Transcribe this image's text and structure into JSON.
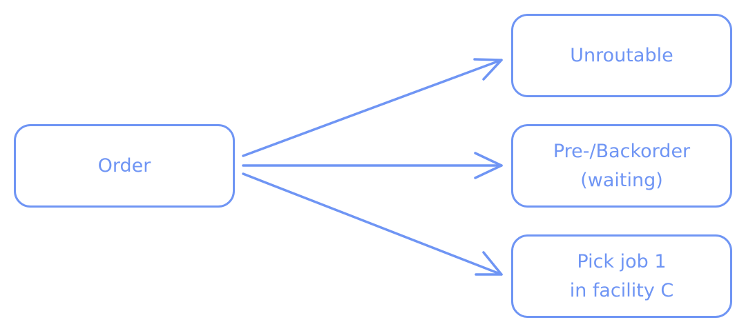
{
  "colors": {
    "stroke": "#6f95f4",
    "text": "#6f95f4",
    "background": "#ffffff"
  },
  "nodes": {
    "order": "Order",
    "unroutable": "Unroutable",
    "preorder": "Pre-/Backorder\n(waiting)",
    "pickjob": "Pick job 1\nin facility C"
  },
  "edges": [
    {
      "from": "order",
      "to": "unroutable"
    },
    {
      "from": "order",
      "to": "preorder"
    },
    {
      "from": "order",
      "to": "pickjob"
    }
  ]
}
